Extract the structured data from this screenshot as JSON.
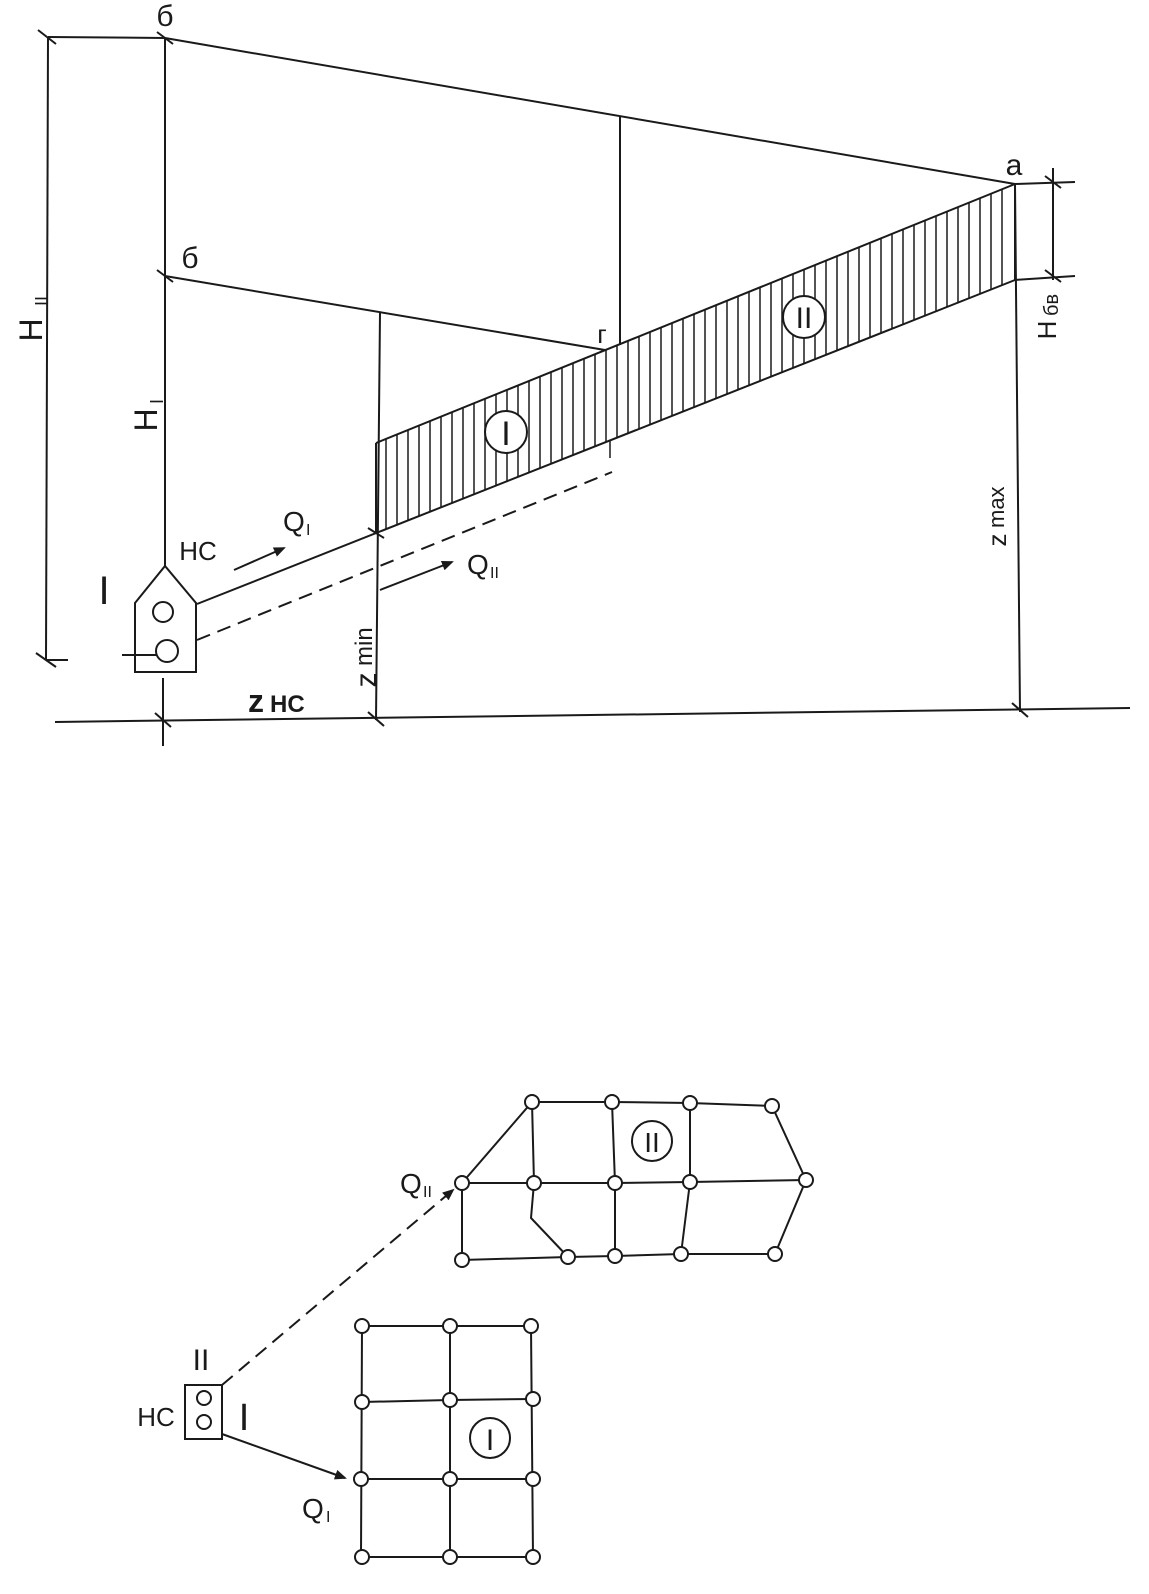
{
  "profile": {
    "label_b_top": "б",
    "label_b_mid": "б",
    "label_a": "а",
    "label_g": "г",
    "label_H_II": "H",
    "label_H_II_sub": "II",
    "label_H_I": "H",
    "label_H_I_sub": "I",
    "label_H_bv": "H",
    "label_H_bv_sub": "бв",
    "label_NS": "НС",
    "label_station_num": "I",
    "label_Q_I": "Q",
    "label_Q_I_sub": "I",
    "label_Q_II": "Q",
    "label_Q_II_sub": "II",
    "label_z_min": "z",
    "label_z_min_sub": "min",
    "label_z_max": "z",
    "label_z_max_sub": "max",
    "label_z_ns": "z",
    "label_z_ns_sub": "НС",
    "zone_I": "I",
    "zone_II": "II"
  },
  "plan": {
    "label_NS": "НС",
    "label_pump_I": "I",
    "label_pump_II": "II",
    "label_Q_I": "Q",
    "label_Q_I_sub": "I",
    "label_Q_II": "Q",
    "label_Q_II_sub": "II",
    "zone_I": "I",
    "zone_II": "II"
  }
}
